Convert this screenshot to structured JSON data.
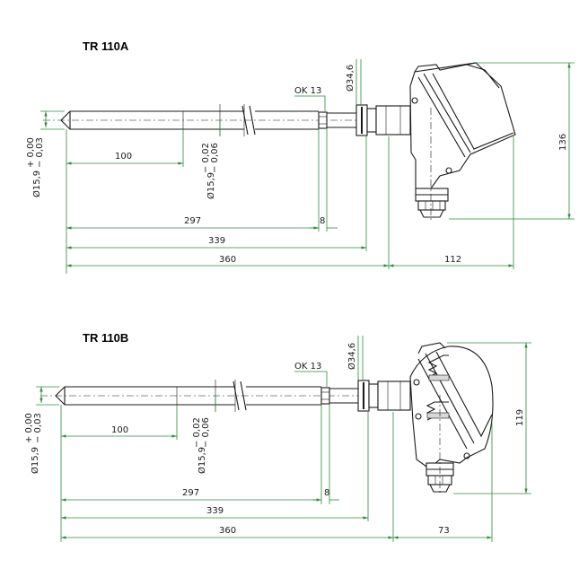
{
  "drawings": [
    {
      "title": "TR 110A",
      "labels": {
        "diameter_tip": "Ø15,9",
        "tip_tol_upper": "+ 0,00",
        "tip_tol_lower": "− 0,03",
        "diameter_stem": "Ø15,9",
        "stem_tol_upper": "− 0,02",
        "stem_tol_lower": "− 0,06",
        "flange_diameter": "Ø34,6",
        "wrench": "OK 13",
        "dim_100": "100",
        "dim_297": "297",
        "dim_8": "8",
        "dim_339": "339",
        "dim_360": "360",
        "dim_head_width": "112",
        "dim_head_height": "136"
      }
    },
    {
      "title": "TR 110B",
      "labels": {
        "diameter_tip": "Ø15,9",
        "tip_tol_upper": "+ 0,00",
        "tip_tol_lower": "− 0,03",
        "diameter_stem": "Ø15,9",
        "stem_tol_upper": "− 0,02",
        "stem_tol_lower": "− 0,06",
        "flange_diameter": "Ø34,6",
        "wrench": "OK 13",
        "dim_100": "100",
        "dim_297": "297",
        "dim_8": "8",
        "dim_339": "339",
        "dim_360": "360",
        "dim_head_width": "73",
        "dim_head_height": "119"
      }
    }
  ],
  "colors": {
    "dimension_green": "#2e8b3d",
    "line": "#1a1a1a"
  }
}
